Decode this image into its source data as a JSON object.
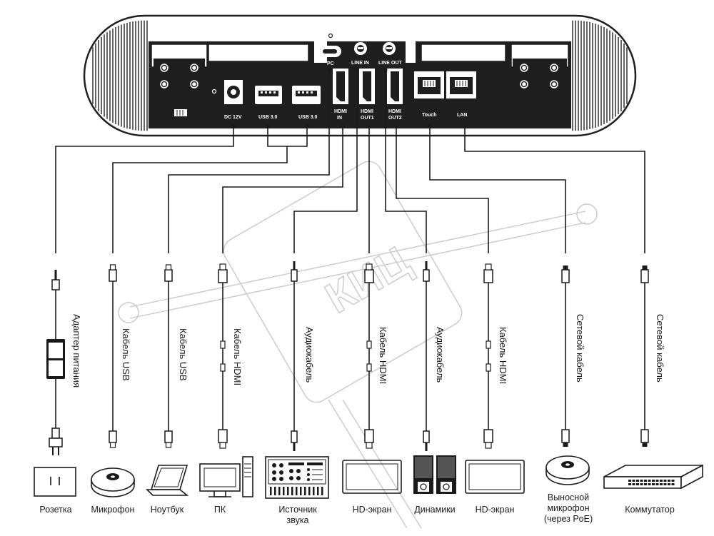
{
  "ports": {
    "pc": "PC",
    "line_in": "LINE IN",
    "line_out": "LINE OUT",
    "dc12v": "DC 12V",
    "usb1": "USB 3.0",
    "usb2": "USB 3.0",
    "hdmi_in_1": "HDMI",
    "hdmi_in_2": "IN",
    "hdmi_out1_1": "HDMI",
    "hdmi_out1_2": "OUT1",
    "hdmi_out2_1": "HDMI",
    "hdmi_out2_2": "OUT2",
    "touch": "Touch",
    "lan": "LAN"
  },
  "cables": [
    "Адаптер питания",
    "Кабель USB",
    "Кабель USB",
    "Кабель HDMI",
    "Аудиокабель",
    "Кабель HDMI",
    "Аудиокабель",
    "Кабель HDMI",
    "Сетевой кабель",
    "Сетевой кабель"
  ],
  "devices": [
    "Розетка",
    "Микрофон",
    "Ноутбук",
    "ПК",
    "Источник\nзвука",
    "HD-экран",
    "Динамики",
    "HD-экран",
    "Выносной\nмикрофон\n(через PoE)",
    "Коммутатор"
  ],
  "watermark": "КИЦ",
  "colors": {
    "device_body": "#1f1f1f",
    "line": "#1a1a1a",
    "watermark": "#c9c9c9"
  }
}
